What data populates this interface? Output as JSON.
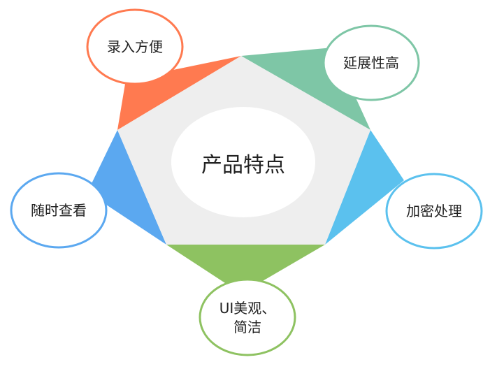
{
  "center": {
    "label": "产品特点"
  },
  "features": [
    {
      "id": "easy-entry",
      "label": "录入方便",
      "color": "#ff7a50"
    },
    {
      "id": "extensible",
      "label": "延展性高",
      "color": "#7ec6a6"
    },
    {
      "id": "encryption",
      "label": "加密处理",
      "color": "#5bc1ee"
    },
    {
      "id": "ui-clean",
      "label": "UI美观、",
      "label_line2": "简洁",
      "color": "#8ec261"
    },
    {
      "id": "view-anytime",
      "label": "随时查看",
      "color": "#5ba8f0"
    }
  ],
  "pentagon_fill": "#eeeeee",
  "center_fill": "#ffffff"
}
